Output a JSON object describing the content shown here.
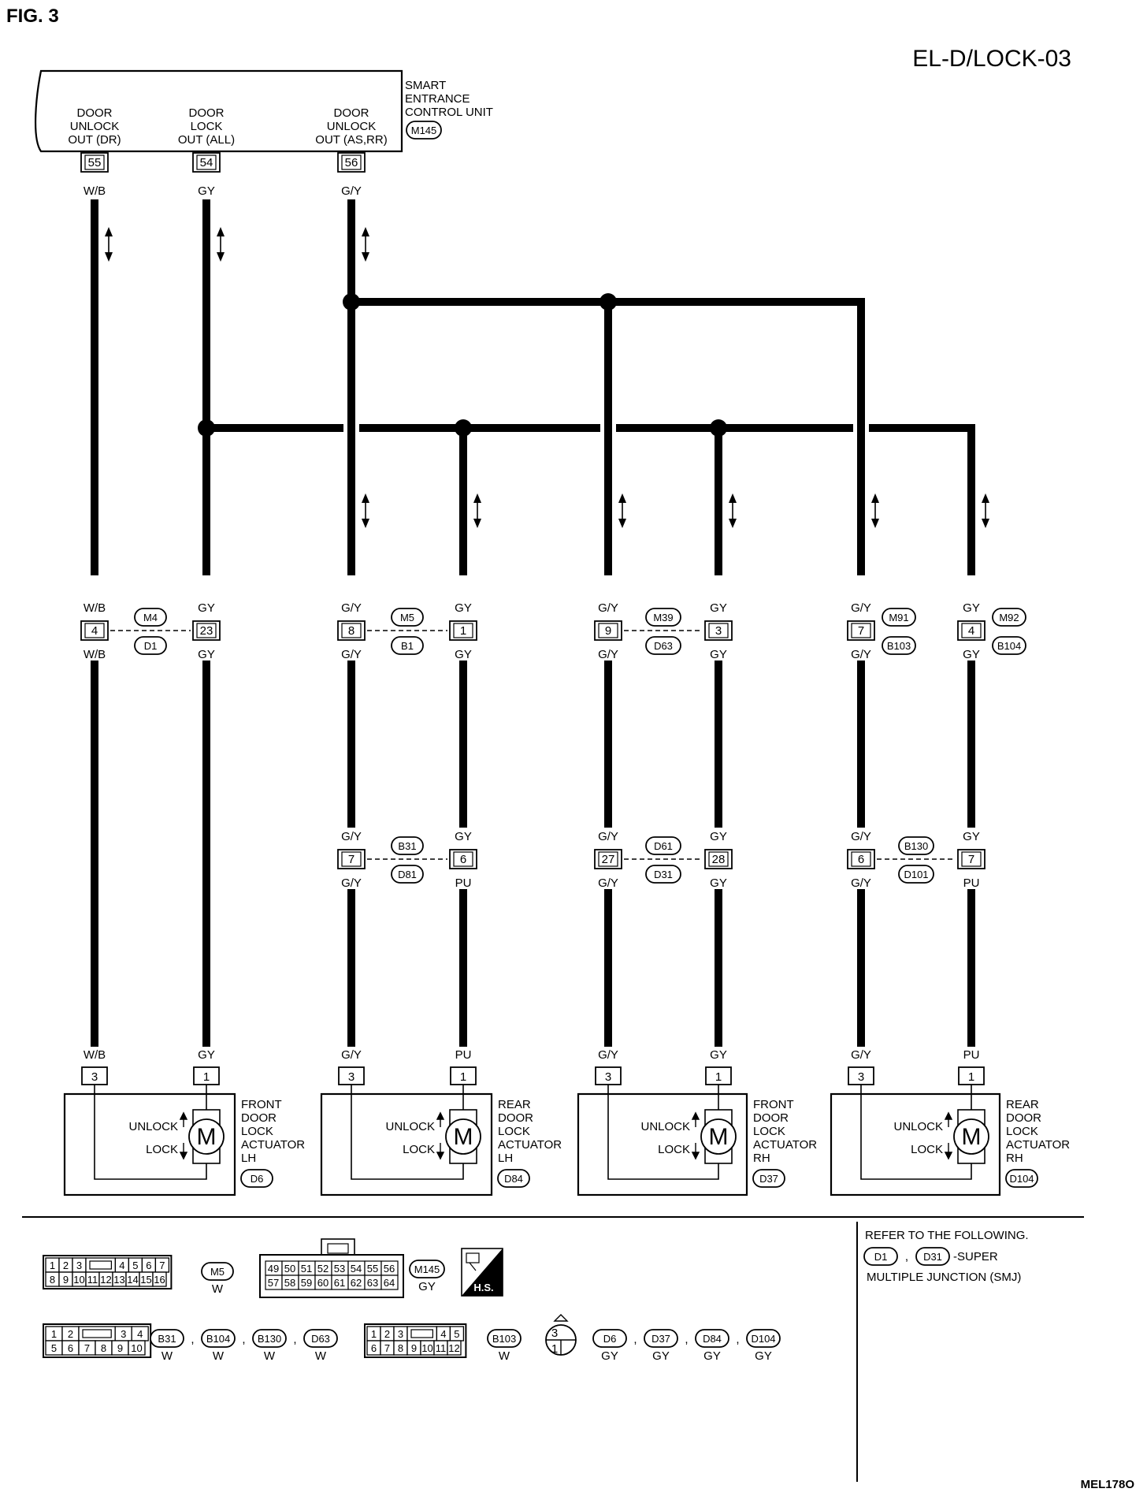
{
  "figure_label": "FIG. 3",
  "diagram_code": "EL-D/LOCK-03",
  "image_ref": "MEL178O",
  "control_unit": {
    "name_lines": [
      "SMART",
      "ENTRANCE",
      "CONTROL UNIT"
    ],
    "connector": "M145",
    "outputs": [
      {
        "lines": [
          "DOOR",
          "UNLOCK",
          "OUT (DR)"
        ],
        "pin": "55",
        "wire": "W/B"
      },
      {
        "lines": [
          "DOOR",
          "LOCK",
          "OUT (ALL)"
        ],
        "pin": "54",
        "wire": "GY"
      },
      {
        "lines": [
          "DOOR",
          "UNLOCK",
          "OUT (AS,RR)"
        ],
        "pin": "56",
        "wire": "G/Y"
      }
    ]
  },
  "harness_row1": [
    {
      "pins": [
        "4",
        "23"
      ],
      "top": [
        "W/B",
        "GY"
      ],
      "bottom": [
        "W/B",
        "GY"
      ],
      "codes": [
        "M4",
        "D1"
      ]
    },
    {
      "pins": [
        "8",
        "1"
      ],
      "top": [
        "G/Y",
        "GY"
      ],
      "bottom": [
        "G/Y",
        "GY"
      ],
      "codes": [
        "M5",
        "B1"
      ]
    },
    {
      "pins": [
        "9",
        "3"
      ],
      "top": [
        "G/Y",
        "GY"
      ],
      "bottom": [
        "G/Y",
        "GY"
      ],
      "codes": [
        "M39",
        "D63"
      ]
    },
    {
      "pins": [
        "7",
        "4"
      ],
      "top": [
        "G/Y",
        "GY"
      ],
      "bottom": [
        "G/Y",
        "GY"
      ],
      "codes": [
        "M91",
        "B103",
        "M92",
        "B104"
      ]
    }
  ],
  "harness_row2": [
    {
      "pins": [
        "7",
        "6"
      ],
      "top": [
        "G/Y",
        "GY"
      ],
      "bottom": [
        "G/Y",
        "PU"
      ],
      "codes": [
        "B31",
        "D81"
      ]
    },
    {
      "pins": [
        "27",
        "28"
      ],
      "top": [
        "G/Y",
        "GY"
      ],
      "bottom": [
        "G/Y",
        "GY"
      ],
      "codes": [
        "D61",
        "D31"
      ]
    },
    {
      "pins": [
        "6",
        "7"
      ],
      "top": [
        "G/Y",
        "GY"
      ],
      "bottom": [
        "G/Y",
        "PU"
      ],
      "codes": [
        "B130",
        "D101"
      ]
    }
  ],
  "actuators": [
    {
      "wires": [
        "W/B",
        "GY"
      ],
      "pins": [
        "3",
        "1"
      ],
      "name_lines": [
        "FRONT",
        "DOOR",
        "LOCK",
        "ACTUATOR",
        "LH"
      ],
      "connector": "D6"
    },
    {
      "wires": [
        "G/Y",
        "PU"
      ],
      "pins": [
        "3",
        "1"
      ],
      "name_lines": [
        "REAR",
        "DOOR",
        "LOCK",
        "ACTUATOR",
        "LH"
      ],
      "connector": "D84"
    },
    {
      "wires": [
        "G/Y",
        "GY"
      ],
      "pins": [
        "3",
        "1"
      ],
      "name_lines": [
        "FRONT",
        "DOOR",
        "LOCK",
        "ACTUATOR",
        "RH"
      ],
      "connector": "D37"
    },
    {
      "wires": [
        "G/Y",
        "PU"
      ],
      "pins": [
        "3",
        "1"
      ],
      "name_lines": [
        "REAR",
        "DOOR",
        "LOCK",
        "ACTUATOR",
        "RH"
      ],
      "connector": "D104"
    }
  ],
  "actuator_text": {
    "unlock": "UNLOCK",
    "lock": "LOCK",
    "motor": "M"
  },
  "connector_key": {
    "c1": {
      "row1": [
        "1",
        "2",
        "3",
        "",
        "4",
        "5",
        "6",
        "7"
      ],
      "row2": [
        "8",
        "9",
        "10",
        "11",
        "12",
        "13",
        "14",
        "15",
        "16"
      ],
      "codes": [
        "M5"
      ],
      "colors": [
        "W"
      ]
    },
    "c2": {
      "row1": [
        "49",
        "50",
        "51",
        "52",
        "53",
        "54",
        "55",
        "56"
      ],
      "row2": [
        "57",
        "58",
        "59",
        "60",
        "61",
        "62",
        "63",
        "64"
      ],
      "codes": [
        "M145"
      ],
      "colors": [
        "GY"
      ]
    },
    "hs_label": "H.S.",
    "c3": {
      "row1": [
        "1",
        "2",
        "",
        "3",
        "4"
      ],
      "row2": [
        "5",
        "6",
        "7",
        "8",
        "9",
        "10"
      ],
      "codes": [
        "B31",
        "B104",
        "B130",
        "D63"
      ],
      "colors": [
        "W",
        "W",
        "W",
        "W"
      ]
    },
    "c4": {
      "row1": [
        "1",
        "2",
        "3",
        "",
        "4",
        "5"
      ],
      "row2": [
        "6",
        "7",
        "8",
        "9",
        "10",
        "11",
        "12"
      ],
      "codes": [
        "B103"
      ],
      "colors": [
        "W"
      ]
    },
    "c5": {
      "pins": [
        "3",
        "1"
      ],
      "codes": [
        "D6",
        "D37",
        "D84",
        "D104"
      ],
      "colors": [
        "GY",
        "GY",
        "GY",
        "GY"
      ]
    }
  },
  "note": {
    "line1": "REFER TO THE FOLLOWING.",
    "codes": [
      "D1",
      "D31"
    ],
    "line2_suffix": "-SUPER",
    "line3": "MULTIPLE JUNCTION (SMJ)"
  }
}
